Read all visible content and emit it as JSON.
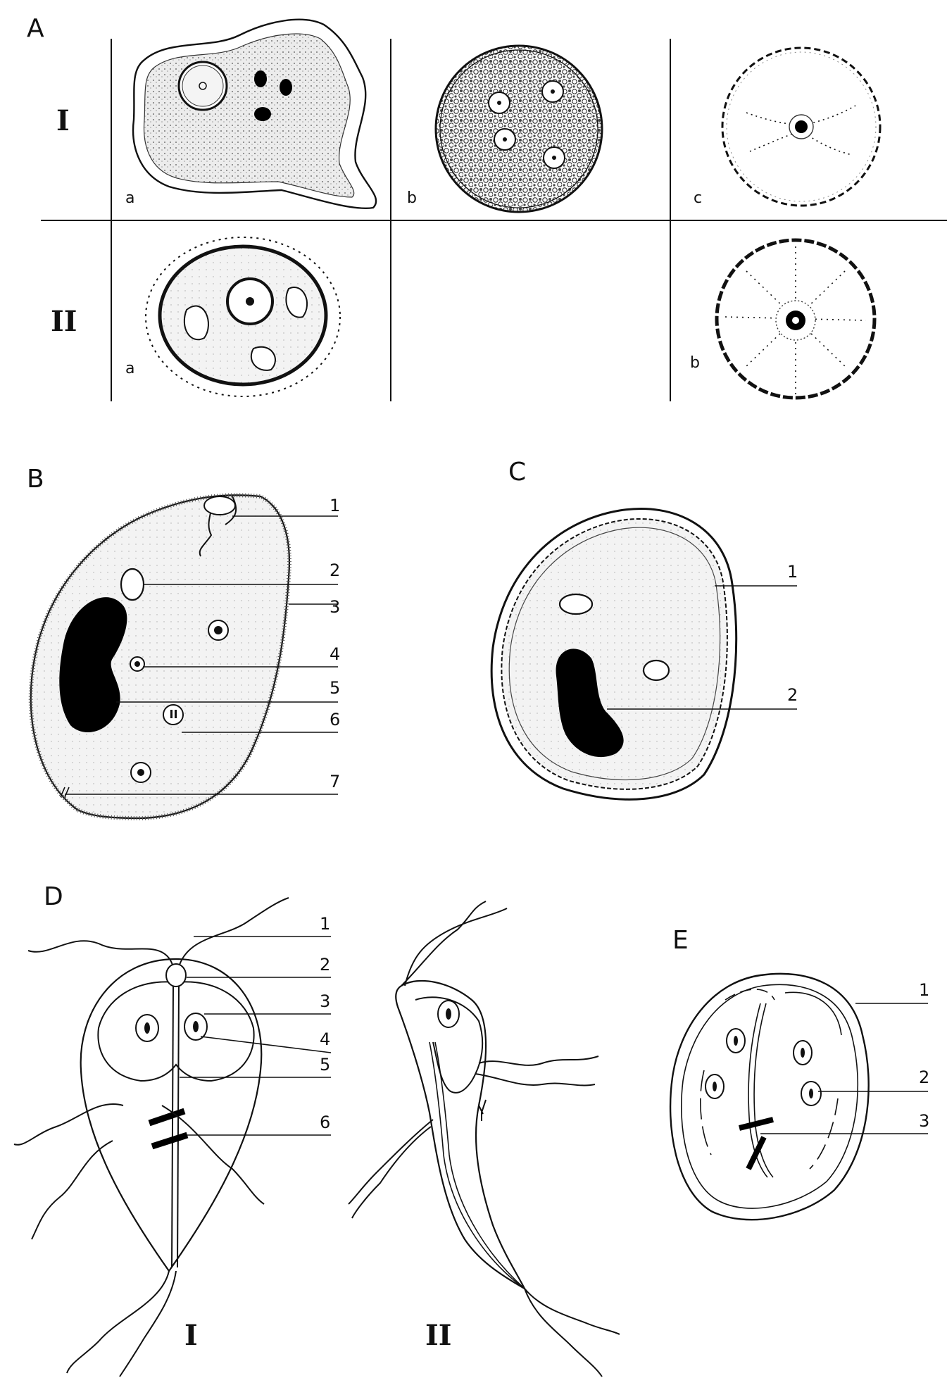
{
  "panels": {
    "A": {
      "letter": "A",
      "rows": [
        "I",
        "II"
      ],
      "row_I_sublabels": [
        "a",
        "b",
        "c"
      ],
      "row_II_sublabels": [
        "a",
        "b"
      ]
    },
    "B": {
      "letter": "B",
      "callouts": [
        "1",
        "2",
        "3",
        "4",
        "5",
        "6",
        "7"
      ]
    },
    "C": {
      "letter": "C",
      "callouts": [
        "1",
        "2"
      ]
    },
    "D": {
      "letter": "D",
      "callouts": [
        "1",
        "2",
        "3",
        "4",
        "5",
        "6"
      ],
      "views": [
        "I",
        "II"
      ]
    },
    "E": {
      "letter": "E",
      "callouts": [
        "1",
        "2",
        "3"
      ]
    }
  },
  "colors": {
    "ink": "#111111",
    "stipple": "#dcdcdc",
    "background": "#ffffff",
    "solid_nucleus": "#000000"
  }
}
